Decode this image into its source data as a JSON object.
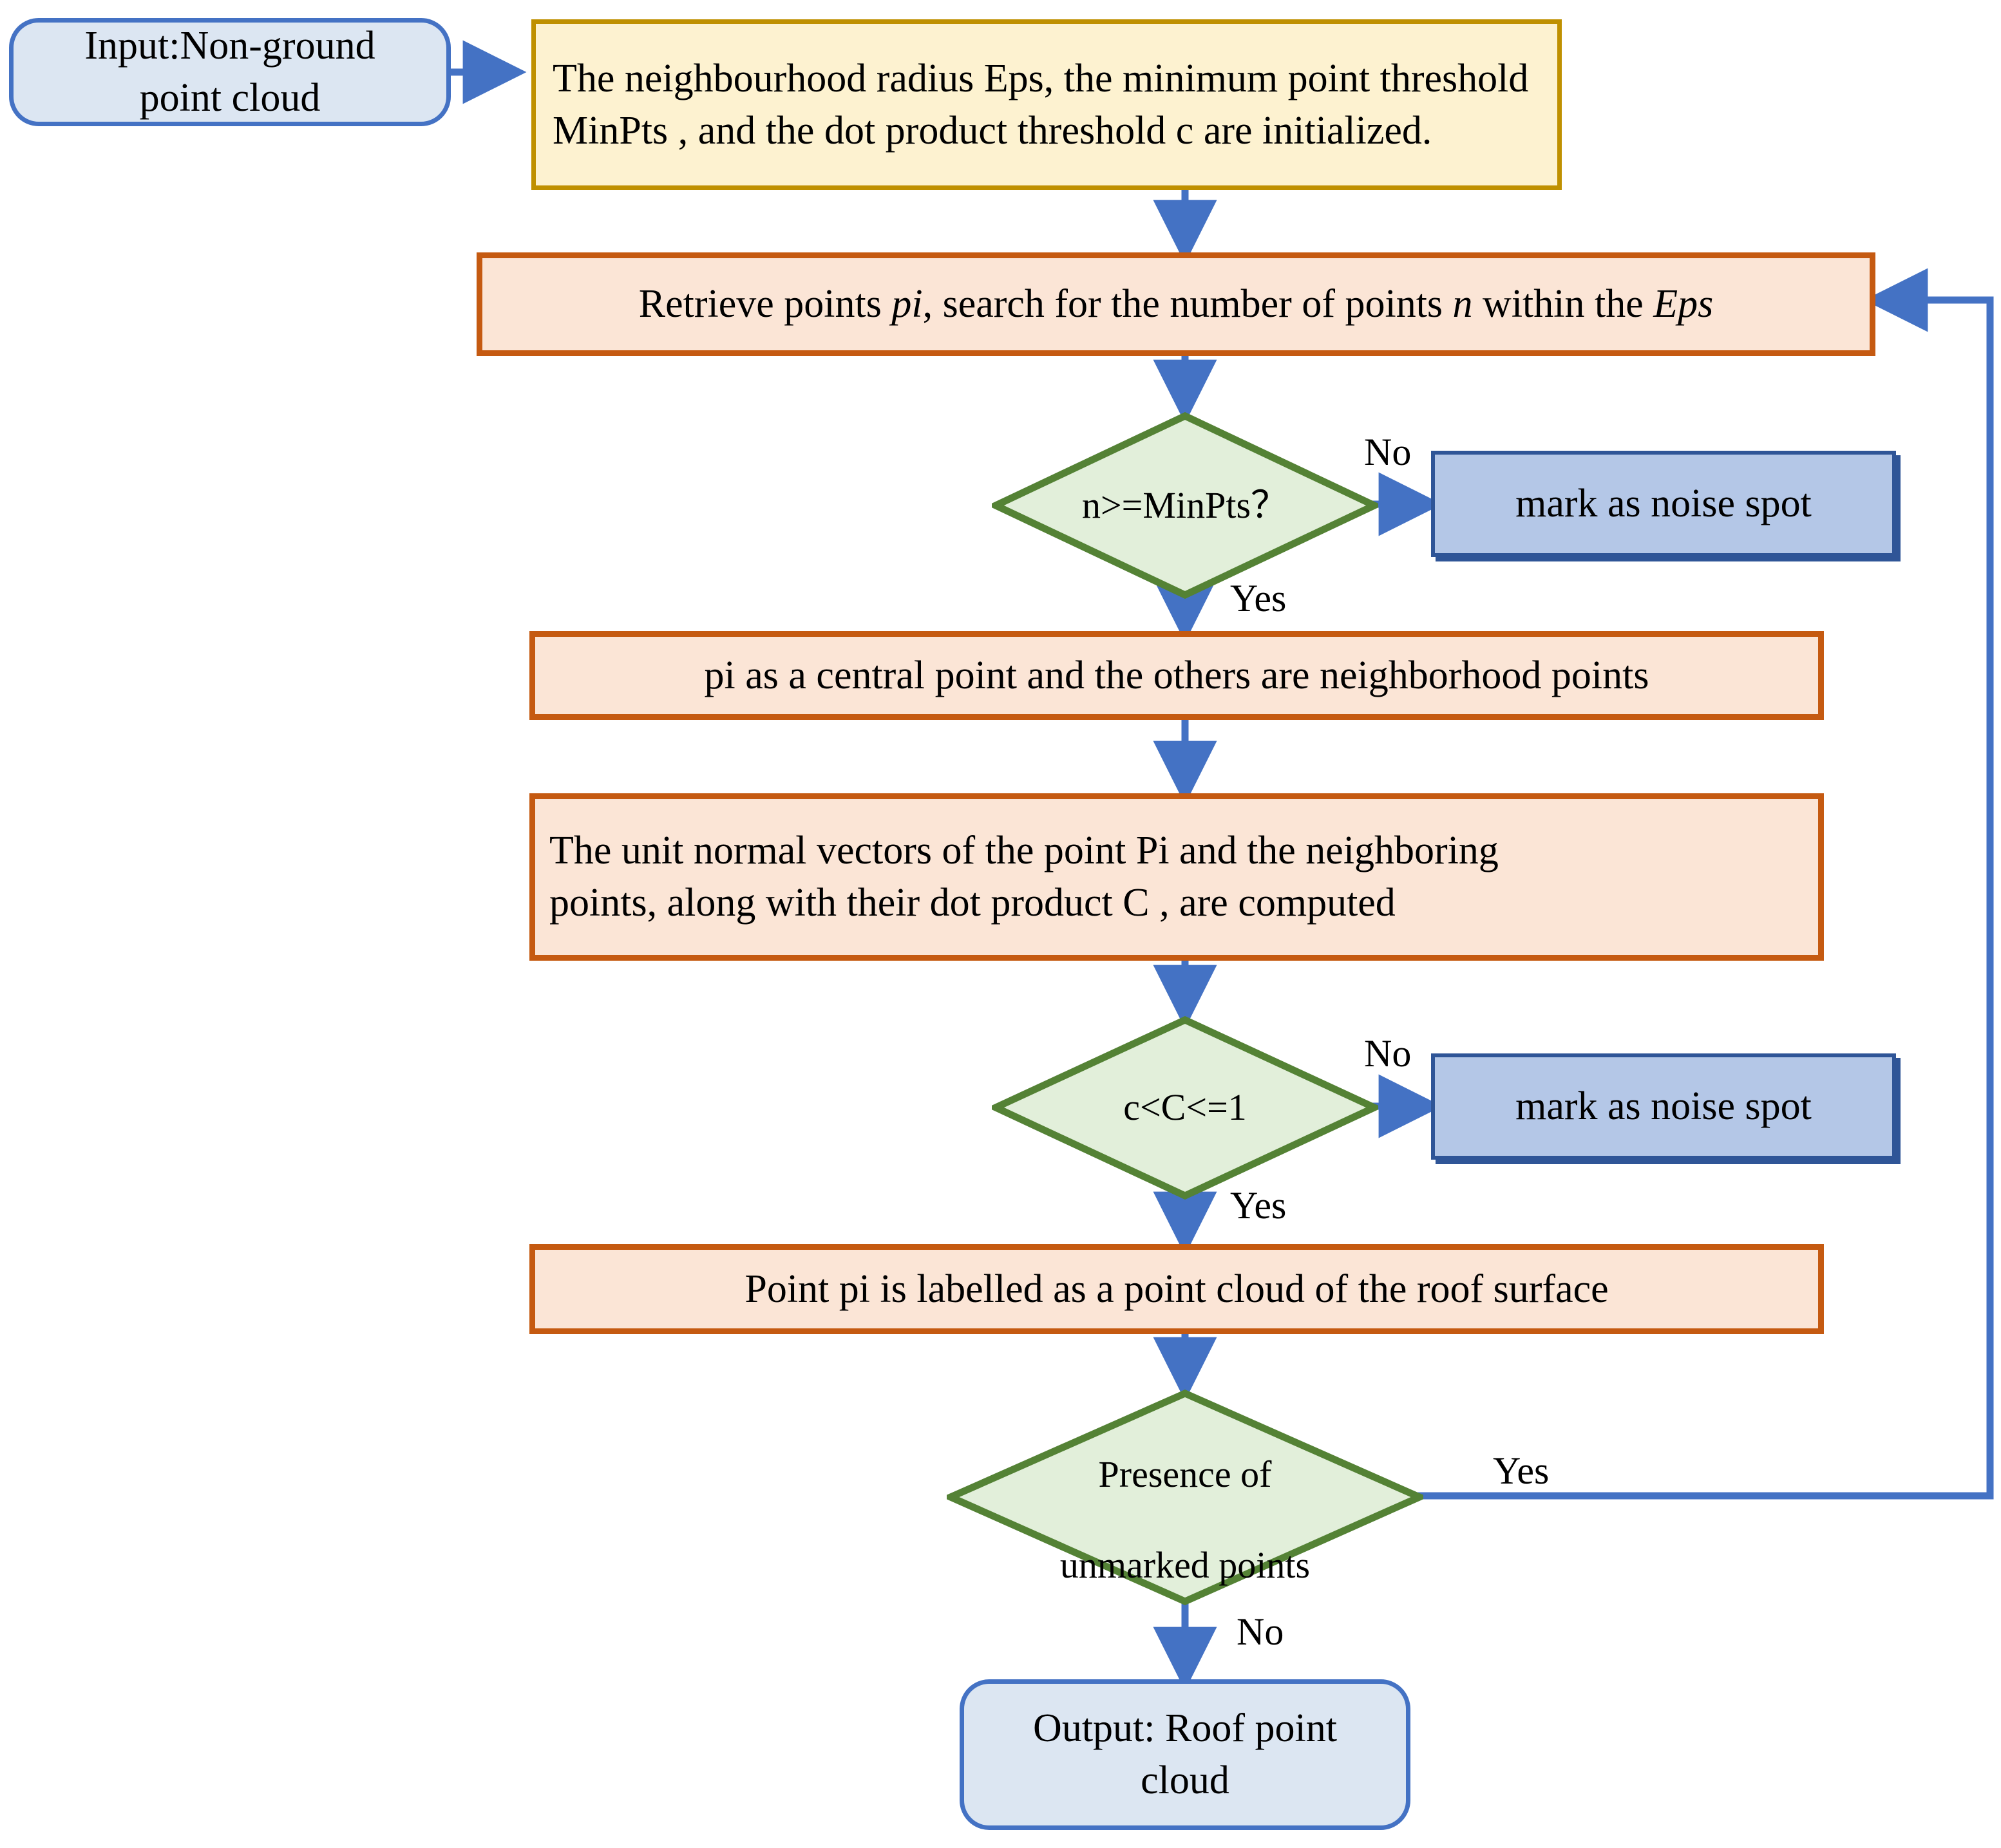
{
  "diagram": {
    "title": "Roof point cloud extraction flowchart",
    "colors": {
      "terminator_fill": "#dce6f2",
      "terminator_border": "#4472c4",
      "init_fill": "#fdf2d0",
      "init_border": "#bf9000",
      "process_fill": "#fbe5d6",
      "process_border": "#c55a11",
      "decision_fill": "#e2efda",
      "decision_border": "#548235",
      "noise_fill": "#b4c7e7",
      "noise_border": "#2f5597",
      "arrow": "#4472c4"
    },
    "nodes": {
      "input": {
        "line1": "Input:Non-ground",
        "line2": "point cloud"
      },
      "init": {
        "line1": "The neighbourhood radius  Eps, the minimum point threshold",
        "line2": "MinPts , and the dot product threshold c are initialized."
      },
      "retrieve": {
        "part1": "Retrieve points ",
        "em1": "pi",
        "part2": ", search for the number of points ",
        "em2": "n",
        "part3": " within the ",
        "em3": "Eps"
      },
      "decision_minpts": {
        "label": "n>=MinPts？"
      },
      "noise_1": {
        "label": "mark as noise spot"
      },
      "central": {
        "label": "pi as a central point and the others are neighborhood points"
      },
      "normals": {
        "line1": "The unit normal vectors of the point Pi and the neighboring",
        "line2": "points, along with their dot product C , are computed"
      },
      "decision_dot": {
        "label": "c<C<=1"
      },
      "noise_2": {
        "label": "mark as noise spot"
      },
      "labelled": {
        "label": "Point pi is labelled as a point cloud of the roof surface"
      },
      "decision_unmarked": {
        "line1": "Presence of",
        "line2": "unmarked points"
      },
      "output": {
        "line1": "Output: Roof point",
        "line2": "cloud"
      }
    },
    "edge_labels": {
      "no_minpts": "No",
      "yes_minpts": "Yes",
      "no_dot": "No",
      "yes_dot": "Yes",
      "yes_unmarked": "Yes",
      "no_unmarked": "No"
    }
  }
}
